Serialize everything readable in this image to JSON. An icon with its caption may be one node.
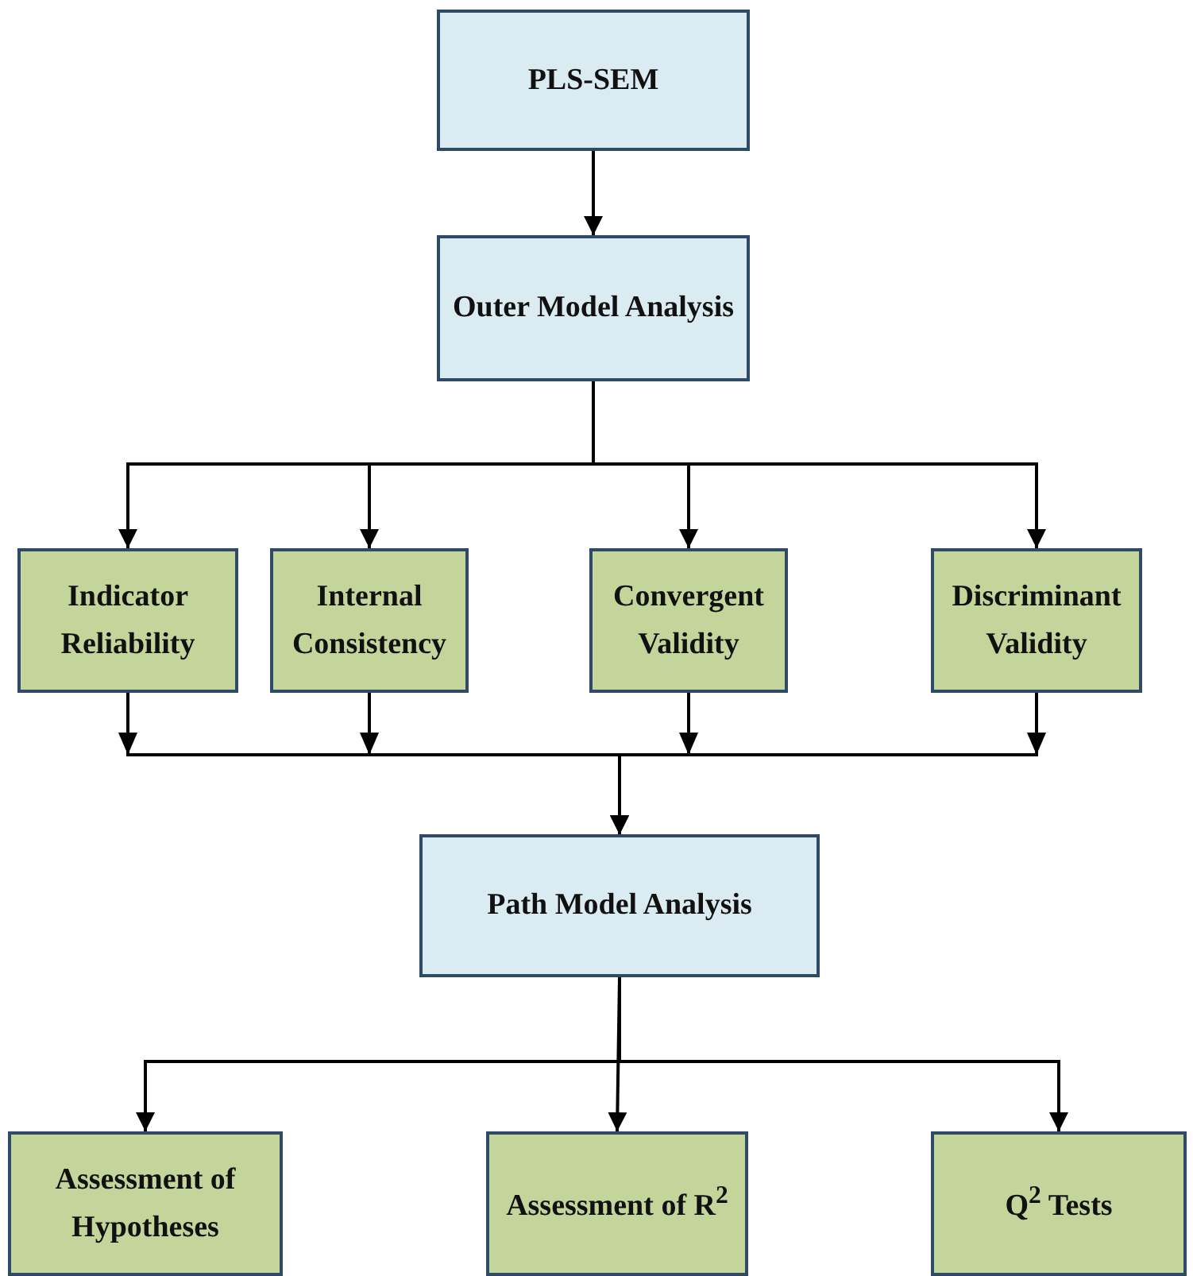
{
  "diagram": {
    "nodes": [
      {
        "text": [
          "PLS-SEM"
        ]
      },
      {
        "text": [
          "Outer Model Analysis"
        ]
      },
      {
        "text": [
          "Indicator Reliability"
        ]
      },
      {
        "text": [
          "Internal Consistency"
        ]
      },
      {
        "text": [
          "Convergent Validity"
        ]
      },
      {
        "text": [
          "Discriminant Validity"
        ]
      },
      {
        "text": [
          "Path Model Analysis"
        ]
      },
      {
        "text": [
          "Assessment of Hypotheses"
        ]
      },
      {
        "text": [
          "Assessment of R$^{2}$"
        ]
      },
      {
        "text": [
          "Q$^{2}$ Tests"
        ]
      }
    ],
    "edges": [
      {
        "from": 0,
        "to": 1,
        "arrow": "to"
      },
      {
        "from": 1,
        "to": 2,
        "arrow": "to"
      },
      {
        "from": 1,
        "to": 3,
        "arrow": "to"
      },
      {
        "from": 1,
        "to": 4,
        "arrow": "to"
      },
      {
        "from": 1,
        "to": 5,
        "arrow": "to"
      },
      {
        "from": 2,
        "to": 6,
        "arrow": "to"
      },
      {
        "from": 3,
        "to": 6,
        "arrow": "to"
      },
      {
        "from": 4,
        "to": 6,
        "arrow": "to"
      },
      {
        "from": 5,
        "to": 6,
        "arrow": "to"
      },
      {
        "from": 6,
        "to": 7,
        "arrow": "to"
      },
      {
        "from": 6,
        "to": 8,
        "arrow": "to"
      },
      {
        "from": 6,
        "to": 9,
        "arrow": "to"
      }
    ]
  }
}
